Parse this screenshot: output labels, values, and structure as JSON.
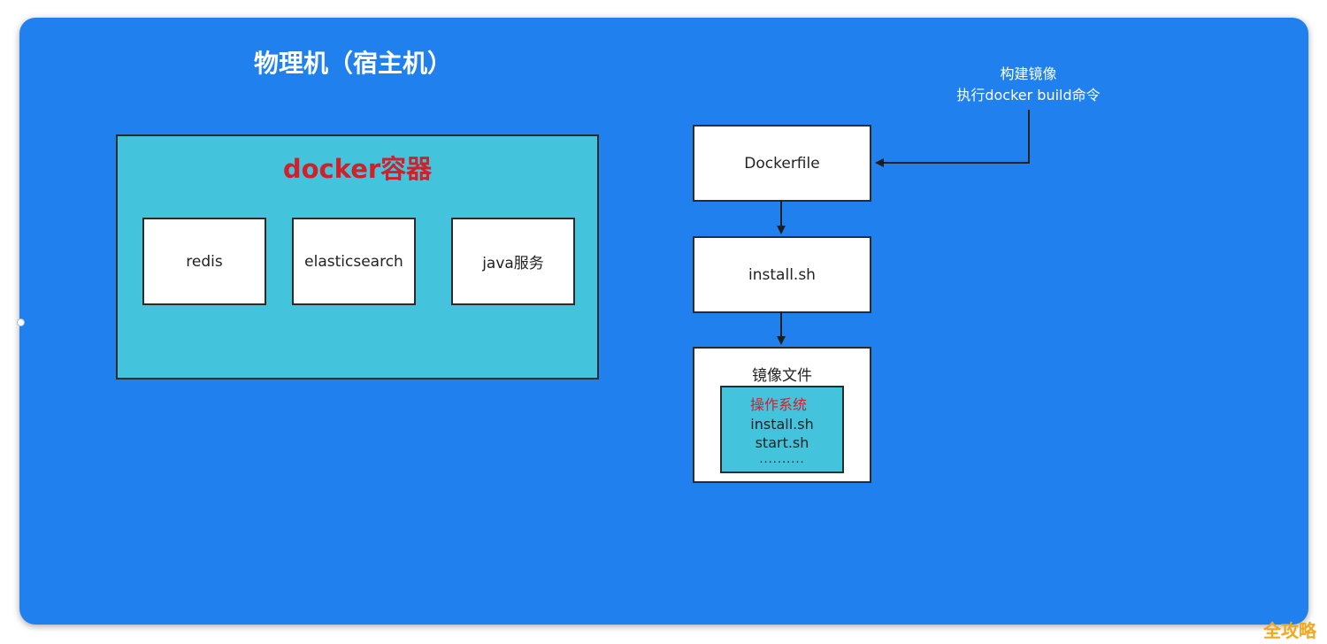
{
  "host": {
    "title": "物理机（宿主机）"
  },
  "container": {
    "title": "docker容器",
    "services": [
      {
        "label": "redis"
      },
      {
        "label": "elasticsearch"
      },
      {
        "label": "java服务"
      }
    ]
  },
  "build_note": {
    "line1": "构建镜像",
    "line2": "执行docker build命令"
  },
  "flow": {
    "dockerfile": "Dockerfile",
    "install": "install.sh",
    "image": {
      "title": "镜像文件",
      "os": "操作系统",
      "install": "install.sh",
      "start": "start.sh",
      "dots": ".........."
    }
  },
  "watermark": "全攻略",
  "colors": {
    "host_bg": "#2081ee",
    "container_bg": "#44c4dc",
    "accent_red": "#d0202a"
  }
}
